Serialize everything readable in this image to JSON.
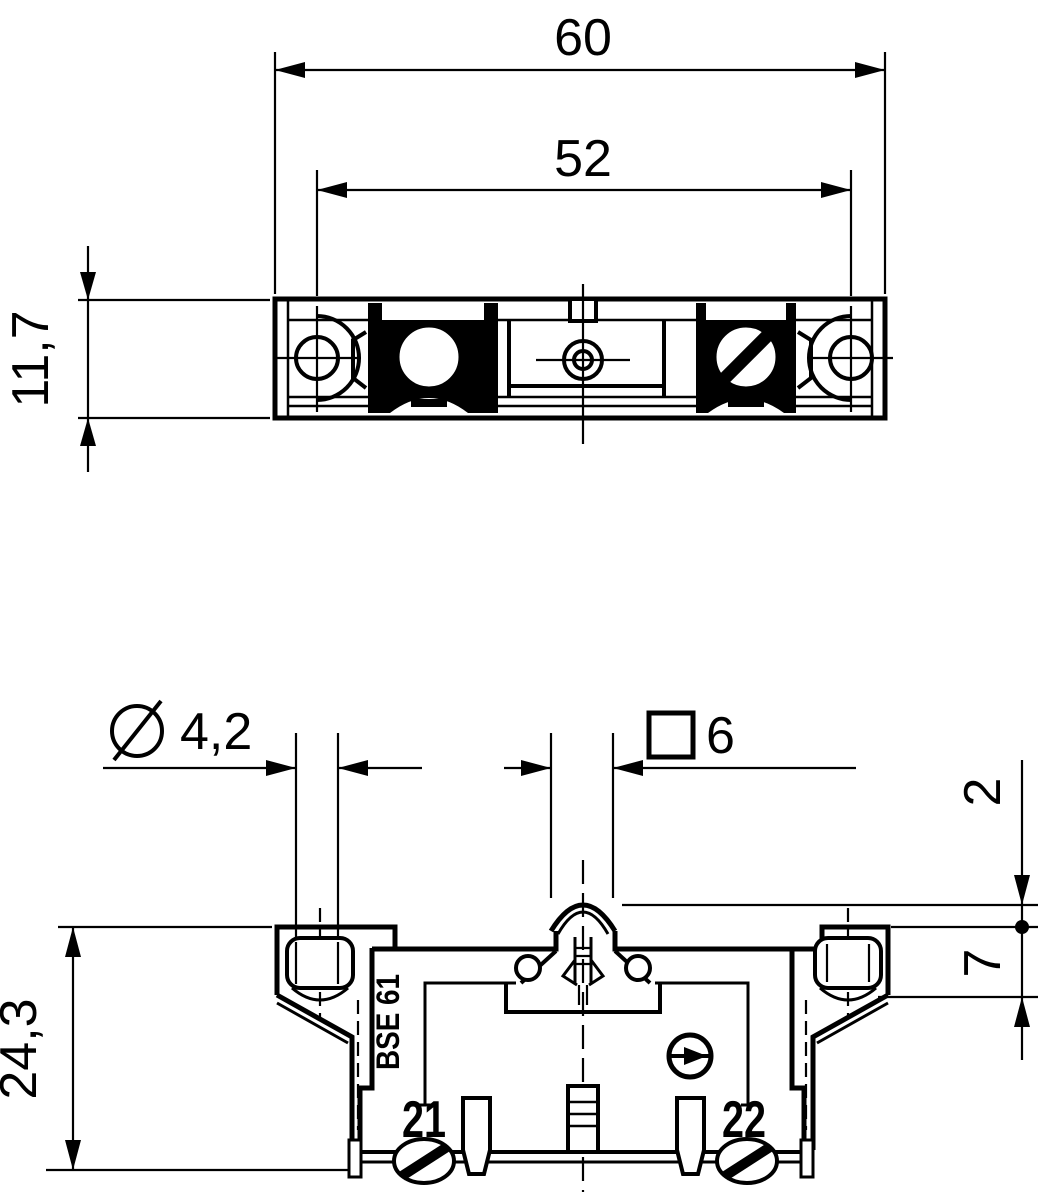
{
  "colors": {
    "background": "#ffffff",
    "ink": "#000000"
  },
  "top_view": {
    "dim_overall_width": "60",
    "dim_hole_spacing": "52",
    "dim_height": "11,7"
  },
  "front_view": {
    "dim_hole_diameter_symbol": "⌀",
    "dim_hole_diameter_value": "4,2",
    "dim_plunger_square_symbol": "□",
    "dim_plunger_square_value": "6",
    "dim_plunger_protrusion": "2",
    "dim_flange_thickness": "7",
    "dim_overall_height": "24,3",
    "label_model": "BSE 61",
    "label_terminal_left": "21",
    "label_terminal_right": "22"
  }
}
